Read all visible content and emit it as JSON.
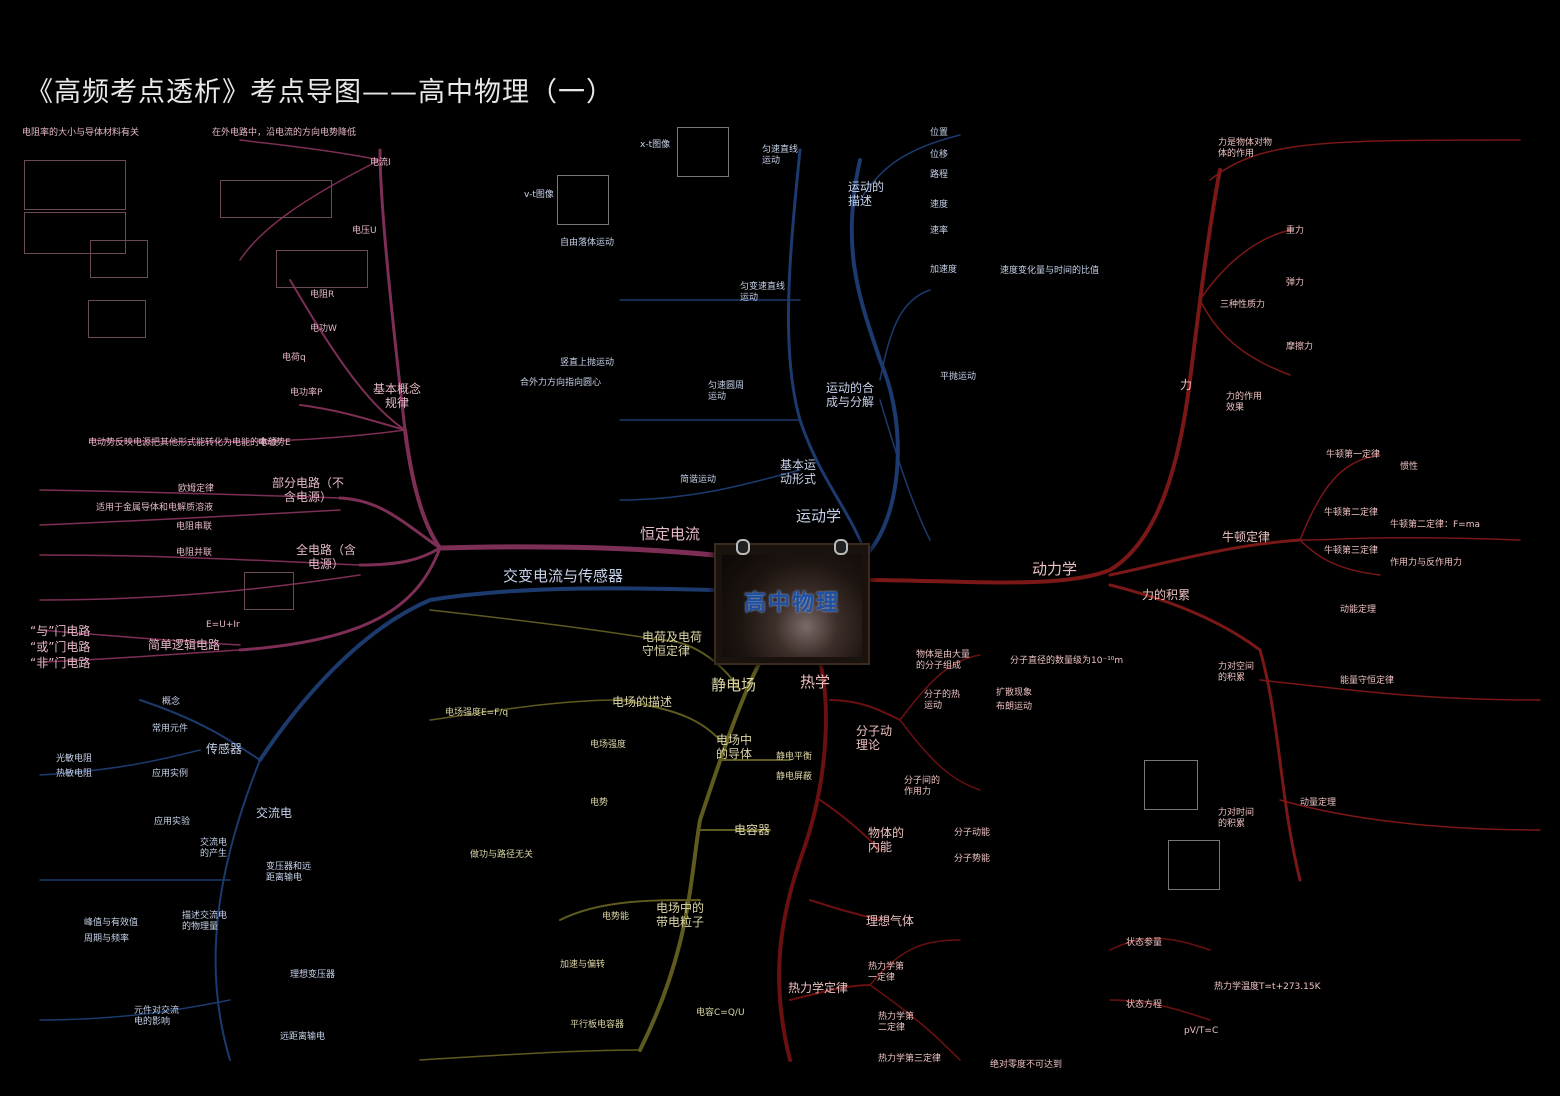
{
  "title": "《高频考点透析》考点导图——高中物理（一）",
  "center": {
    "label": "高中物理"
  },
  "colors": {
    "pink": "#7d2e55",
    "blue": "#1c3a6e",
    "red": "#7a1717",
    "olive": "#5f5a1f",
    "background": "#000000"
  },
  "branches": {
    "hengding": "恒定电流",
    "jiaobian": "交变电流与传感器",
    "yundong": "运动学",
    "donglixue": "动力学",
    "jingdian": "静电场",
    "rexue": "热学"
  },
  "left_top": {
    "jiben": "基本概念规律",
    "bufen": "部分电路（不含电源）",
    "quan": "全电路（含电源）",
    "luoji": "简单逻辑电路",
    "dianliu": "电流I",
    "dianya": "电压U",
    "dianzu": "电阻R",
    "diangong": "电功W",
    "dianliang": "电功率P",
    "dianhe": "电荷q",
    "diandongshi": "电动势E",
    "oumu": "欧姆定律",
    "chuanlian": "电阻串联",
    "binglian": "电阻并联",
    "yu": "“与”门电路",
    "huo": "“或”门电路",
    "fei": "“非”门电路"
  },
  "left_bottom": {
    "chuanganqi": "传感器",
    "jiaoliu": "交流电",
    "gainian": "概念",
    "changyong": "常用元件",
    "yingyong": "应用实例",
    "shiyan": "应用实验",
    "chansheng": "交流电的产生",
    "miaoshu": "描述交流电的物理量",
    "bianyaqi": "变压器和远距离输电",
    "yuanjian": "元件对交流电的影响"
  },
  "top_mid": {
    "yunsu": "匀速直线运动",
    "yunbian": "匀变速直线运动",
    "yuanzhou": "匀速圆周运动",
    "jianxie": "简谐运动",
    "jiben": "基本运动形式"
  },
  "right_top": {
    "miaoshu": "运动的描述",
    "hecheng": "运动的合成与分解",
    "weizhi": "位置",
    "weiyi": "位移",
    "lucheng": "路程",
    "sudu": "速度",
    "sulv": "速率",
    "jiasudu": "加速度",
    "li": "力",
    "zuoyong": "力是物体对物体的作用",
    "sanzhong": "三种性质力",
    "zuoyongxiaoguo": "力的作用效果",
    "niudun": "牛顿定律",
    "niu1": "牛顿第一定律",
    "niu2": "牛顿第二定律",
    "niu3": "牛顿第三定律",
    "jilei": "力的积累",
    "kongjian": "力对空间的积累",
    "shijian": "力对时间的积累"
  },
  "bottom_mid": {
    "dianhe_shouheng": "电荷及电荷守恒定律",
    "dianchang_miaoshu": "电场的描述",
    "daoti": "电场中的导体",
    "dianrongqi": "电容器",
    "daidian": "电场中的带电粒子",
    "jingdian_pingheng": "静电平衡",
    "jingdian_pingbi": "静电屏蔽",
    "dianchangqiang": "电场强度",
    "dianshi": "电势",
    "dianshinengg": "电势能"
  },
  "bottom_right": {
    "fenzi": "分子动理论",
    "neineng": "物体的内能",
    "lixiang": "理想气体",
    "relixue": "热力学定律",
    "fenzi_zucheng": "物体是由大量的分子组成",
    "reyundong": "分子的热运动",
    "zuoyongli": "分子间的作用力",
    "fenzidongneng": "分子动能",
    "fenzishineng": "分子势能",
    "di1": "热力学第一定律",
    "di2": "热力学第二定律",
    "di3": "热力学第三定律",
    "zhuangtai": "状态参量",
    "fangcheng": "状态方程"
  },
  "notes": {
    "n1": "在外电路中，沿电流的方向电势降低",
    "n2": "电阻率的大小与导体材料有关",
    "n3": "电动势反映电源把其他形式能转化为电能的本领",
    "n4": "E=U+Ir",
    "n5": "适用于金属导体和电解质溶液",
    "n6": "电场强度E=F/q",
    "n7": "做功与路径无关",
    "n8": "合外力方向指向圆心",
    "n9": "速度变化量与时间的比值",
    "n10": "牛顿第二定律：F=ma",
    "n11": "作用力与反作用力",
    "n12": "动能定理",
    "n13": "动量定理",
    "n14": "能量守恒定律",
    "n15": "分子直径的数量级为10⁻¹⁰m",
    "n16": "布朗运动",
    "n17": "扩散现象",
    "n18": "热力学温度T=t+273.15K",
    "n19": "绝对零度不可达到",
    "n20": "pV/T=C",
    "n21": "电容C=Q/U",
    "n22": "平行板电容器",
    "n23": "加速与偏转",
    "n24": "光敏电阻",
    "n25": "热敏电阻",
    "n26": "峰值与有效值",
    "n27": "周期与频率",
    "n28": "理想变压器",
    "n29": "远距离输电",
    "n30": "x-t图像",
    "n31": "v-t图像",
    "n32": "自由落体运动",
    "n33": "竖直上抛运动",
    "n34": "平抛运动",
    "n35": "重力",
    "n36": "弹力",
    "n37": "摩擦力",
    "n38": "惯性"
  }
}
